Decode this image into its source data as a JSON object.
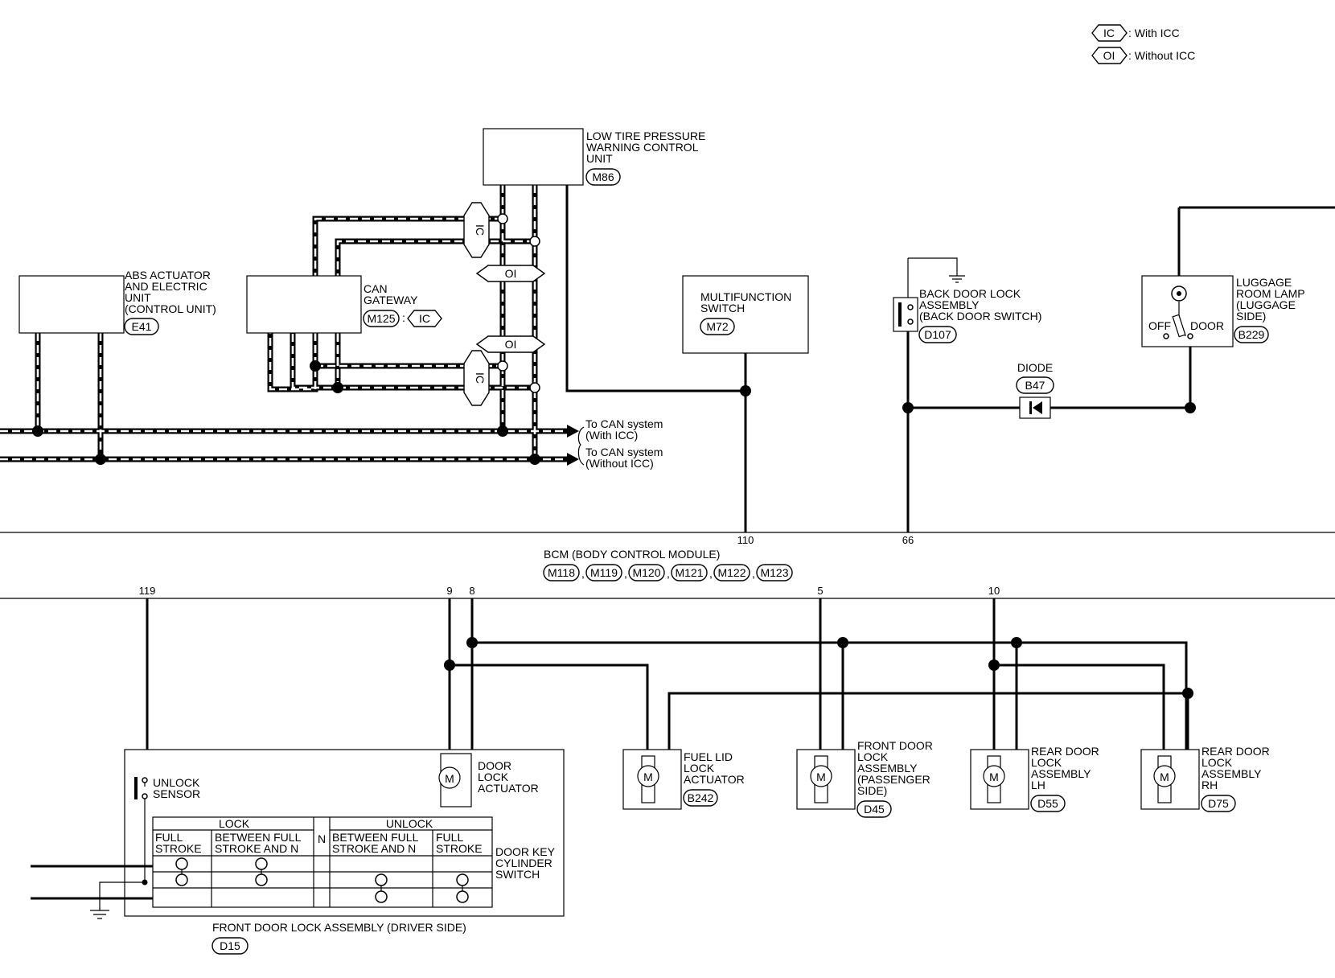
{
  "legend": {
    "ic_tag": "IC",
    "ic_text": ": With ICC",
    "oi_tag": "OI",
    "oi_text": ": Without ICC"
  },
  "components": {
    "low_tire": {
      "lines": [
        "LOW TIRE PRESSURE",
        "WARNING CONTROL",
        "UNIT"
      ],
      "connector": "M86"
    },
    "abs": {
      "lines": [
        "ABS ACTUATOR",
        "AND ELECTRIC",
        "UNIT",
        "(CONTROL UNIT)"
      ],
      "connector": "E41"
    },
    "can_gateway": {
      "lines": [
        "CAN",
        "GATEWAY"
      ],
      "connector": "M125",
      "connector_sep": ":",
      "variant": "IC"
    },
    "multifunction": {
      "lines": [
        "MULTIFUNCTION",
        "SWITCH"
      ],
      "connector": "M72"
    },
    "back_door": {
      "lines": [
        "BACK DOOR LOCK",
        "ASSEMBLY",
        "(BACK DOOR SWITCH)"
      ],
      "connector": "D107"
    },
    "luggage": {
      "lines": [
        "LUGGAGE",
        "ROOM LAMP",
        "(LUGGAGE",
        "SIDE)"
      ],
      "connector": "B229",
      "off": "OFF",
      "door": "DOOR"
    },
    "diode": {
      "label": "DIODE",
      "connector": "B47"
    },
    "bcm": {
      "title": "BCM (BODY CONTROL MODULE)",
      "connectors": [
        "M118",
        "M119",
        "M120",
        "M121",
        "M122",
        "M123"
      ],
      "separator": ","
    },
    "fuel_lid": {
      "lines": [
        "FUEL LID",
        "LOCK",
        "ACTUATOR"
      ],
      "connector": "B242"
    },
    "front_pass": {
      "lines": [
        "FRONT DOOR",
        "LOCK",
        "ASSEMBLY",
        "(PASSENGER",
        "SIDE)"
      ],
      "connector": "D45"
    },
    "rear_lh": {
      "lines": [
        "REAR DOOR",
        "LOCK",
        "ASSEMBLY",
        "LH"
      ],
      "connector": "D55"
    },
    "rear_rh": {
      "lines": [
        "REAR DOOR",
        "LOCK",
        "ASSEMBLY",
        "RH"
      ],
      "connector": "D75"
    },
    "driver_assembly": {
      "title": "FRONT DOOR LOCK ASSEMBLY (DRIVER SIDE)",
      "connector": "D15"
    },
    "unlock_sensor": {
      "lines": [
        "UNLOCK",
        "SENSOR"
      ]
    },
    "door_lock_actuator": {
      "lines": [
        "DOOR",
        "LOCK",
        "ACTUATOR"
      ]
    },
    "key_switch": {
      "lines": [
        "DOOR KEY",
        "CYLINDER",
        "SWITCH"
      ],
      "lock": "LOCK",
      "unlock": "UNLOCK",
      "n": "N",
      "full_1": "FULL",
      "stroke_1": "STROKE",
      "between_1": "BETWEEN FULL",
      "stroke_n_1": "STROKE AND N",
      "between_2": "BETWEEN FULL",
      "stroke_n_2": "STROKE AND N",
      "full_2": "FULL",
      "stroke_2": "STROKE"
    }
  },
  "can_system": {
    "with_line1": "To CAN system",
    "with_line2": "(With ICC)",
    "without_line1": "To CAN system",
    "without_line2": "(Without ICC)"
  },
  "variant_tags": {
    "ic": "IC",
    "oi": "OI"
  },
  "motor_symbol": "M",
  "pins": {
    "p110": "110",
    "p66": "66",
    "p119": "119",
    "p9": "9",
    "p8": "8",
    "p5": "5",
    "p10": "10"
  }
}
